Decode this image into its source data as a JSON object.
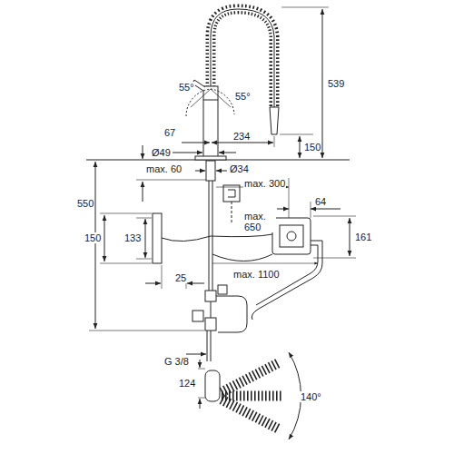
{
  "diagram": {
    "labels": [
      "539",
      "55°",
      "55°",
      "67",
      "234",
      "150",
      "Ø49",
      "max. 60",
      "Ø34",
      "max. 300",
      "64",
      "550",
      "max. 650",
      "161",
      "150",
      "133",
      "max. 1100",
      "25",
      "G 3/8",
      "124",
      "140°"
    ]
  }
}
